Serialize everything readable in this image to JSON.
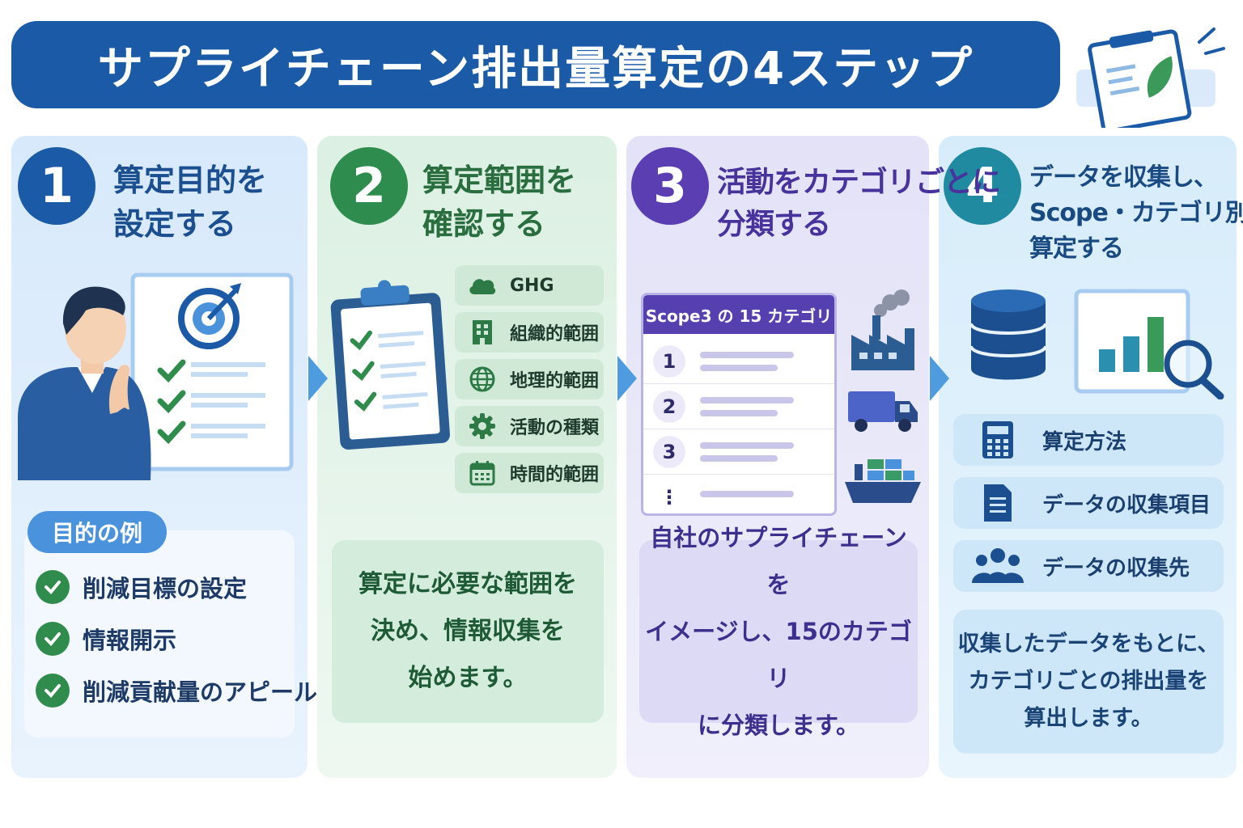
{
  "header": {
    "title": "サプライチェーン排出量算定の4ステップ"
  },
  "steps": [
    {
      "number": "1",
      "title_line1": "算定目的を",
      "title_line2": "設定する",
      "color": "#1b5aa6"
    },
    {
      "number": "2",
      "title_line1": "算定範囲を",
      "title_line2": "確認する",
      "color": "#2e8c4e"
    },
    {
      "number": "3",
      "title_line1": "活動をカテゴリごとに",
      "title_line2": "分類する",
      "color": "#5b3fb2"
    },
    {
      "number": "4",
      "title_line1": "データを収集し、",
      "title_line2": "Scope・カテゴリ別に",
      "title_line3": "算定する",
      "color": "#1f8aa0"
    }
  ],
  "step1": {
    "goal_label": "目的の例",
    "goals": [
      "削減目標の設定",
      "情報開示",
      "削減貢献量のアピール"
    ]
  },
  "step2": {
    "scope_items": [
      {
        "label": "GHG",
        "icon": "cloud-icon"
      },
      {
        "label": "組織的範囲",
        "icon": "building-icon"
      },
      {
        "label": "地理的範囲",
        "icon": "globe-icon"
      },
      {
        "label": "活動の種類",
        "icon": "gear-icon"
      },
      {
        "label": "時間的範囲",
        "icon": "calendar-icon"
      }
    ],
    "description_lines": [
      "算定に必要な範囲を",
      "決め、情報収集を",
      "始めます。"
    ]
  },
  "step3": {
    "card_title": "Scope3 の 15 カテゴリ",
    "rows": [
      "1",
      "2",
      "3",
      "⋮"
    ],
    "description_lines": [
      "自社のサプライチェーンを",
      "イメージし、15のカテゴリ",
      "に分類します。"
    ]
  },
  "step4": {
    "items": [
      {
        "label": "算定方法",
        "icon": "calculator-icon"
      },
      {
        "label": "データの収集項目",
        "icon": "document-icon"
      },
      {
        "label": "データの収集先",
        "icon": "people-icon"
      }
    ],
    "description_lines": [
      "収集したデータをもとに、",
      "カテゴリごとの排出量を",
      "算出します。"
    ]
  }
}
